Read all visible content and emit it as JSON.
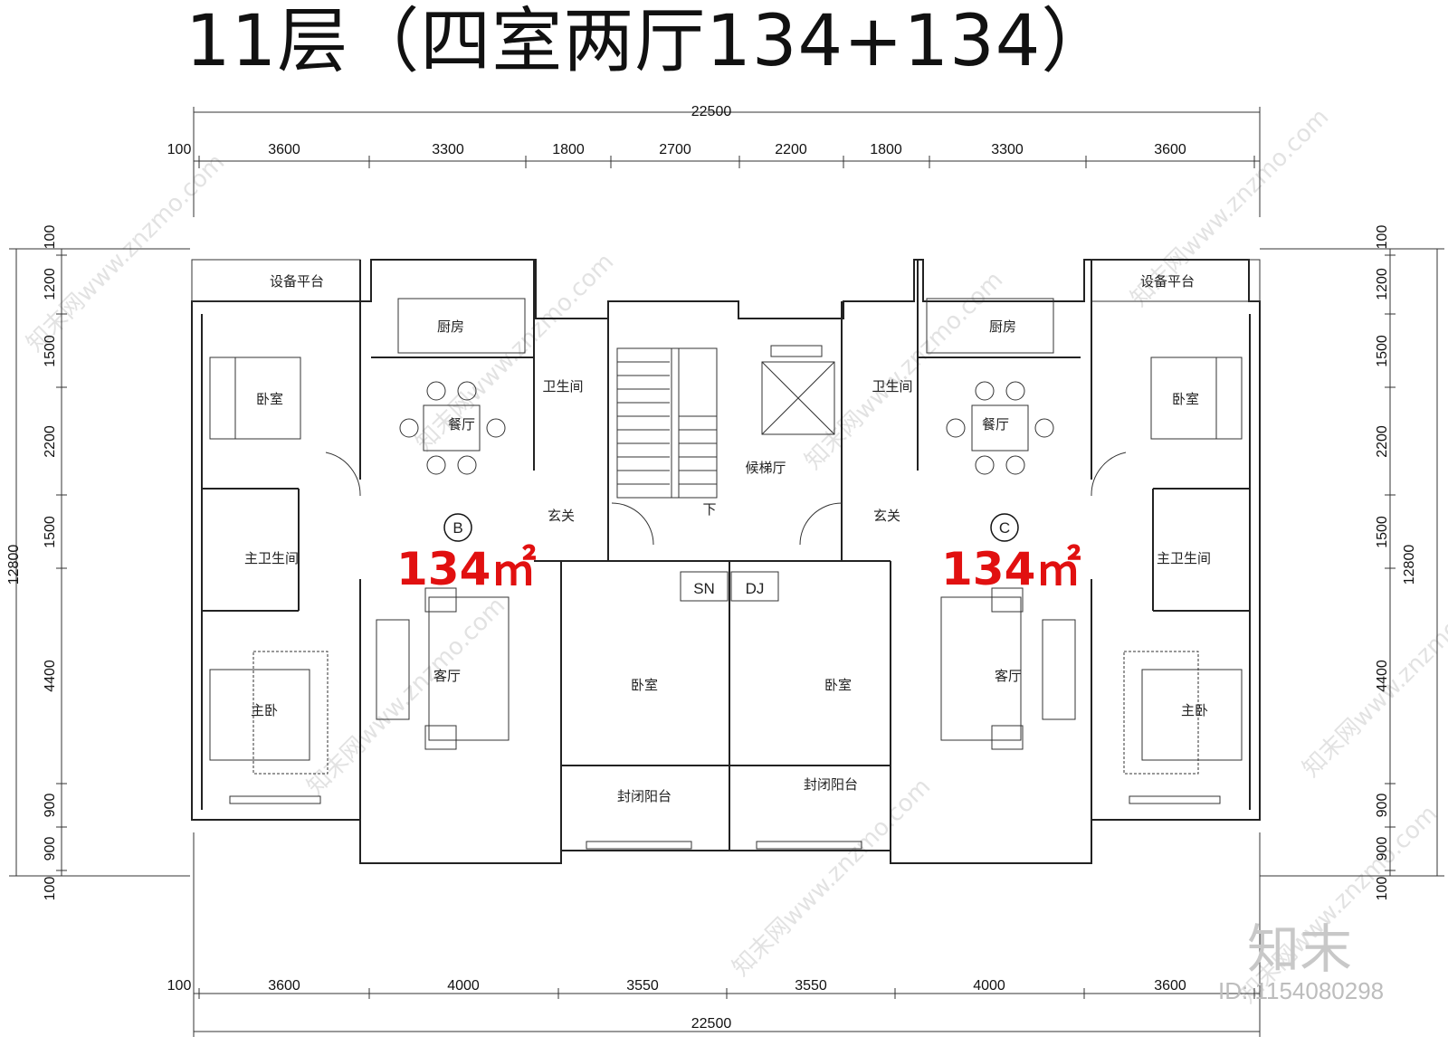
{
  "title": "11层（四室两厅134+134）",
  "dimensions": {
    "top_total": "22500",
    "top_segments": [
      "100",
      "3600",
      "3300",
      "1800",
      "2700",
      "2200",
      "1800",
      "3300",
      "3600"
    ],
    "bottom_total": "22500",
    "bottom_segments": [
      "100",
      "3600",
      "4000",
      "3550",
      "3550",
      "4000",
      "3600"
    ],
    "left_total": "12800",
    "left_segments": [
      "100",
      "1200",
      "1500",
      "2200",
      "1500",
      "4400",
      "900",
      "900",
      "100"
    ],
    "right_total": "12800",
    "right_segments": [
      "100",
      "1200",
      "1500",
      "2200",
      "1500",
      "4400",
      "900",
      "900",
      "100"
    ]
  },
  "rooms": {
    "equipment_platform": "设备平台",
    "kitchen": "厨房",
    "dining": "餐厅",
    "bathroom": "卫生间",
    "bedroom": "卧室",
    "master_bath": "主卫生间",
    "master_bedroom": "主卧",
    "living": "客厅",
    "entrance": "玄关",
    "elevator_hall": "候梯厅",
    "stair_down": "下",
    "closed_balcony": "封闭阳台",
    "shaft_sn": "SN",
    "shaft_dj": "DJ"
  },
  "units": [
    {
      "label": "B",
      "area": "134㎡"
    },
    {
      "label": "C",
      "area": "134㎡"
    }
  ],
  "watermark": "知末网www.znzmo.com",
  "brand": "知末",
  "brand_id": "ID: 1154080298"
}
